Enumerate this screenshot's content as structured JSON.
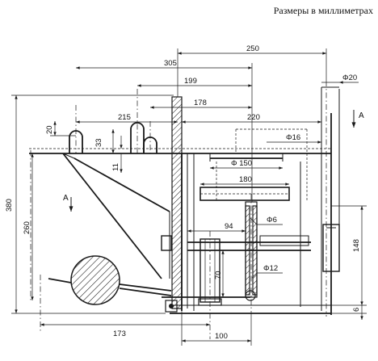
{
  "caption": "Размеры в миллиметрах",
  "dimensions": {
    "d250": "250",
    "d305": "305",
    "d199": "199",
    "d178": "178",
    "d215": "215",
    "d220": "220",
    "d20a": "20",
    "d33": "33",
    "d11": "11",
    "d150": "Φ 150",
    "d180": "180",
    "d94": "94",
    "d6": "Φ6",
    "d12": "Φ12",
    "d70": "70",
    "d16": "Φ16",
    "d20": "Φ20",
    "d380": "380",
    "d260": "260",
    "d148": "148",
    "d6b": "6",
    "d173": "173",
    "d100": "100"
  },
  "section_marks": {
    "left": "А",
    "right": "А"
  }
}
